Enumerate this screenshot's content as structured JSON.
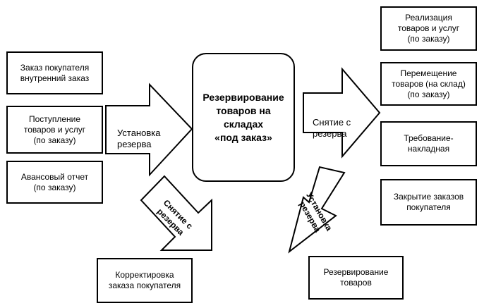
{
  "center_box": "Резервирование\nтоваров на\nскладах\n«под заказ»",
  "left_boxes": [
    "Заказ покупателя\nвнутренний заказ",
    "Поступление\nтоваров и услуг\n(по заказу)",
    "Авансовый отчет\n(по заказу)"
  ],
  "right_boxes": [
    "Реализация\nтоваров и услуг\n(по заказу)",
    "Перемещение\nтоваров (на склад)\n(по заказу)",
    "Требование-\nнакладная",
    "Закрытие заказов\nпокупателя"
  ],
  "bottom_left_box": "Корректировка\nзаказа покупателя",
  "bottom_right_box": "Резервирование\nтоваров",
  "arrows": {
    "left_arrow_label": "Установка\nрезерва",
    "right_arrow_label": "Снятие с\nрезерва",
    "bottom_left_arrow_label": "Снятие с\nрезерва",
    "bottom_right_arrow_label": "Установка\nрезерва"
  }
}
